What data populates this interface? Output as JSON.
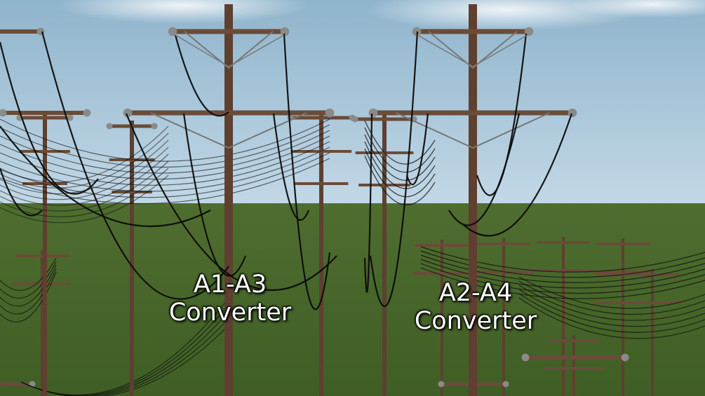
{
  "labels": {
    "left": {
      "line1": "A1-A3",
      "line2": "Converter"
    },
    "right": {
      "line1": "A2-A4",
      "line2": "Converter"
    }
  },
  "colors": {
    "sky_top": "#8fb4cc",
    "sky_bottom": "#c2d8e6",
    "ground_far": "#4f6d2f",
    "ground_near": "#3f5e25",
    "pole": "#5e4030",
    "crossarm": "#6a4c38",
    "insulator": "#8a8a8a",
    "wire": "#0c0c0c",
    "label_text": "#ffffff"
  }
}
